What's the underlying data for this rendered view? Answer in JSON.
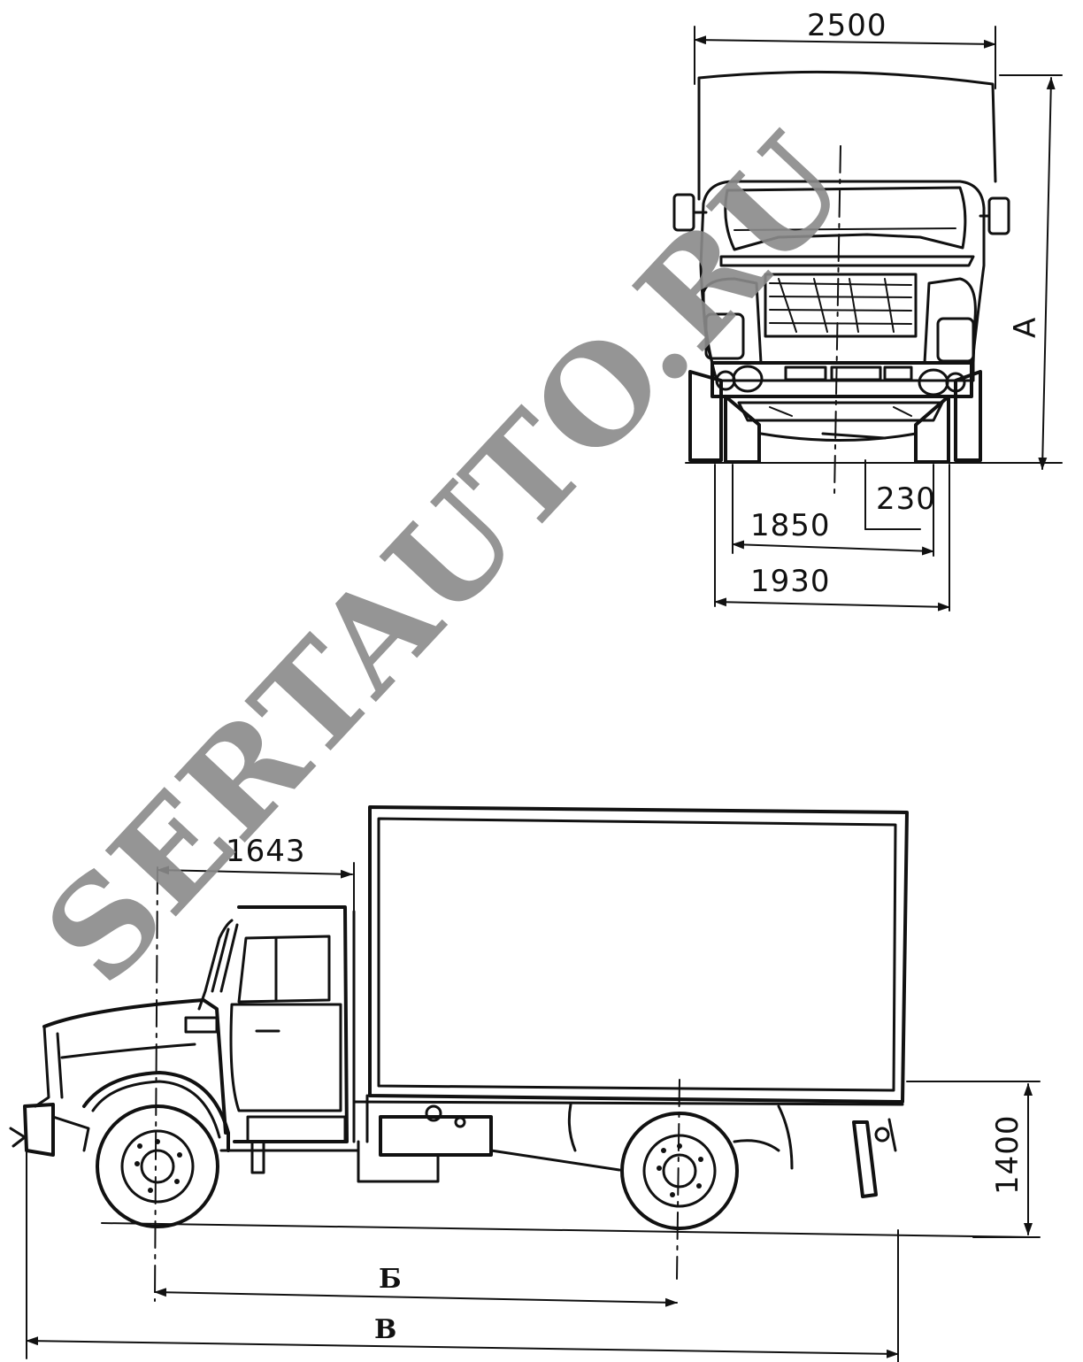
{
  "front_view": {
    "dims": {
      "overall_width": "2500",
      "overall_height": "А",
      "track_front": "1850",
      "track_rear": "1930",
      "ground_clearance": "230"
    }
  },
  "side_view": {
    "dims": {
      "front_overhang": "1643",
      "wheelbase": "Б",
      "overall_length": "В",
      "frame_height": "1400"
    }
  },
  "watermark": {
    "text": "SERTAUTO.RU"
  }
}
